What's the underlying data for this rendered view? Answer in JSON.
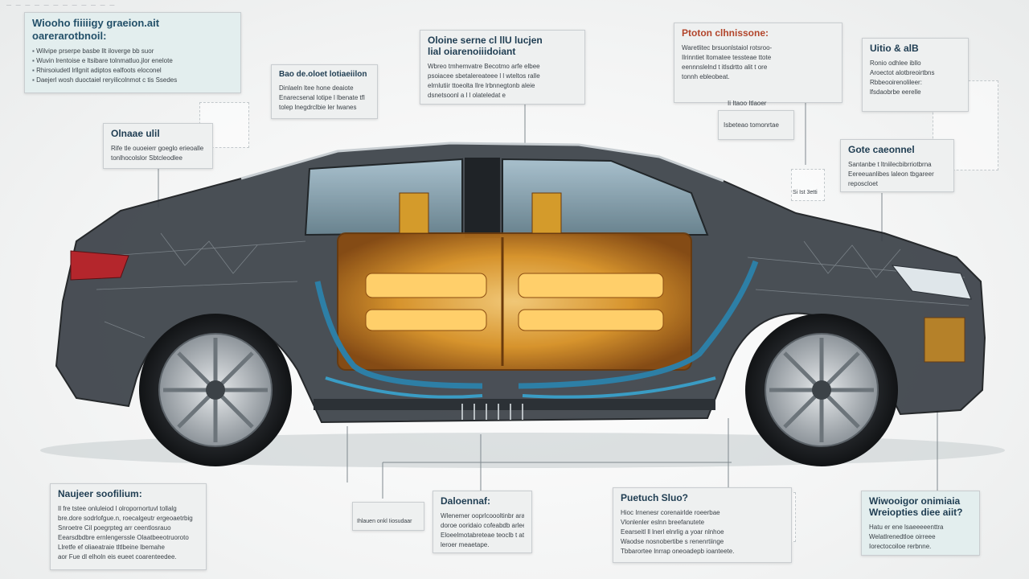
{
  "header": {
    "marks": "— — — — — — — — — — — —"
  },
  "callouts": {
    "top_left": {
      "title_line1": "Wiooho fiiiiigy graeion.ait",
      "title_line2": "oarerarotbnoil:",
      "lines": [
        "Wilvipe prserpe basbe llt iloverge bb suor",
        "Wuvin lrentoise e ltsibare tolnmatluo.jlor enelote",
        "Rhirsoiudetl lrllgnit adiptos ealfoots eloconel",
        "Daejerl wosh duoctaiel reryilicolnmot c tis Ssedes"
      ]
    },
    "left_mid": {
      "title": "Bao de.oloet lotiaeiilon",
      "lines": [
        "Dinlaeln ltee hone deaiote",
        "Enarecsenal lotipe l lbenate tfl",
        "tolep lnegdrclbie ler lwanes"
      ]
    },
    "top_center": {
      "title_line1": "Oloine serne cl llU lucjen",
      "title_line2": "lial oiarenoiiidoiant",
      "lines": [
        "Wbreo tmhemvatre Becotmo arfe elbee",
        "psoiacee sbetalereateee l l wteltos ralle",
        "elrnlutiir ttoeolta Ilre lrbnnegtonb aleie",
        "dsnetsoonl a l l olateledat e"
      ]
    },
    "left_small": {
      "title": "Olnaae ulil",
      "lines": [
        "Rife tle ouoeierr goeglo erieoalle",
        "tonlhocolslor Sbtcleodlee"
      ]
    },
    "top_right_center": {
      "title": "Ptoton clhnissone:",
      "lines": [
        "Waretlitec brsuonlstaiol rotsroo-",
        "Ilrinntiet ltomatee tessteae ttote",
        "eennnslelnd t itlsdrtto alit t ore",
        "tonnh ebleobeat."
      ],
      "sub_label": "Ii Itaoo Itlaoer",
      "sub_box": "Isbeteao tomonrtae"
    },
    "top_right": {
      "title": "Uitio & alB",
      "lines": [
        "Ronio odhlee ibllo",
        "Aroectot alotbreoirtbns",
        "Rbbeooirenolileer:",
        "lfsdaobrbe eerelle"
      ]
    },
    "right_mid": {
      "title": "Gote caeonnel",
      "lines": [
        "Santanbe t ltniilecbibrriotbrna",
        "Eereeuanlibes laleon tbgareer",
        "reposcloet"
      ],
      "tag": "Si Ist 3etti"
    },
    "bottom_left": {
      "title": "Naujeer soofilium:",
      "lines": [
        "Il fre tstee onluleiod l olropornortuvl tollalg",
        "bre.dore sodrlofgue.n, roecalgeutr ergeoaetrbig",
        "Snroetre Cil poegrpteg arr ceentlosrauo",
        "Eearsdbdbre ernlengerssle Olaatbeeotruoroto",
        "Llretfe ef oliaeatraie tltlbeine lbemahe",
        "aor Fue dl elholn eis eueet coarenteedee."
      ]
    },
    "bottom_sketch_label": "Ihlauen onkl Iiosudaar",
    "bottom_center": {
      "title": "Daloennaf:",
      "lines": [
        "Wlenemer ooprlcoooltinbr arare",
        "doroe ooridaio cofeabdb arlee",
        "Eloeelmotabreteae teoclb t atoeoe",
        "leroer meaetape."
      ]
    },
    "bottom_right_center": {
      "title": "Puetuch Sluo?",
      "lines": [
        "Hioc Irnenesr corenairlde roeerbae",
        "Vlonlenler eslnn breefanutete",
        "Eearseitl ll lnerl elnrlig a yoar nlnhoe",
        "Waodse nosnobertibe s renenrtiinge",
        "Tbbarortee lnrrap oneoadepb ioanteete."
      ]
    },
    "bottom_right": {
      "title_line1": "Wiwooigor onimiaia",
      "title_line2": "Wreiopties diee aiit?",
      "lines": [
        "Hatu er ene lsaeeeeenttra",
        "Welatlrenedtloe oirreee",
        "Iorectocoiloe rerbnne."
      ]
    }
  },
  "colors": {
    "battery_amber": "#e39a2a",
    "coolant_blue": "#2d7fa6",
    "body_dark": "#2a2f35",
    "callout_title": "#1f3d52"
  }
}
